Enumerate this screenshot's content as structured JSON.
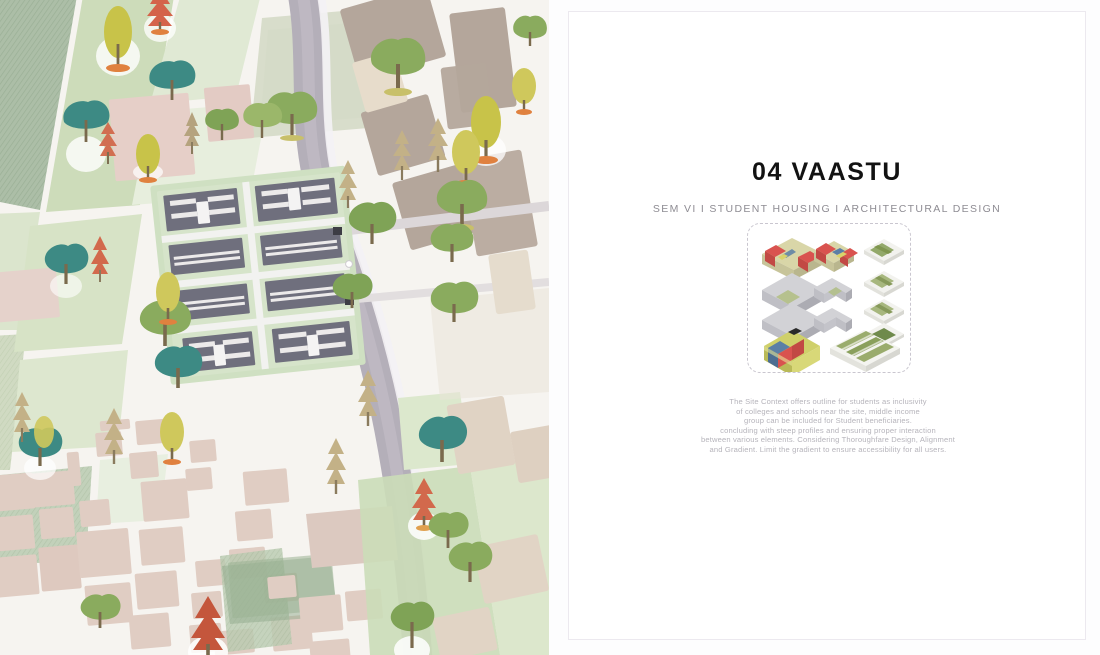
{
  "panel": {
    "title": "04 VAASTU",
    "subtitle": "SEM VI I STUDENT HOUSING I ARCHITECTURAL DESIGN",
    "description_lines": [
      "The Site Context offers outline for students as inclusivity",
      "of colleges and schools near the site, middle income",
      "group can be included for Student beneficiaries.",
      "concluding with steep profiles and ensuring proper interaction",
      "between various elements. Considering Thoroughfare Design, Alignment",
      "and Gradient. Limit the gradient to ensure accessibility for all users."
    ],
    "diagram_label": "isometric-massing-matrix"
  },
  "map": {
    "label": "site-context-map",
    "road_label": "main-arterial-road",
    "site_block_label": "student-housing-site-plan"
  },
  "colors": {
    "title": "#121212",
    "subtitle": "#8e8c93",
    "body": "#b6b4bb",
    "card_border": "#ece9ef",
    "dash_border": "#c9c6cf",
    "map_base": "#f7f5f2",
    "road": "#b3aeb8",
    "green_light": "#d9e4cc",
    "green_mid": "#c3d3ae",
    "green_dark": "#8fa98c",
    "plot_taupe": "#b5a79c",
    "plot_pink": "#e3cec6",
    "plot_beige": "#e6ddcf",
    "building_dark": "#6f6f7d",
    "accent_red": "#d94f4f",
    "accent_yellow": "#d9d36a",
    "accent_blue": "#5b7fa6",
    "accent_teal": "#3f8a84",
    "iso_gray": "#c9c9ce",
    "iso_green": "#9aab6e"
  }
}
